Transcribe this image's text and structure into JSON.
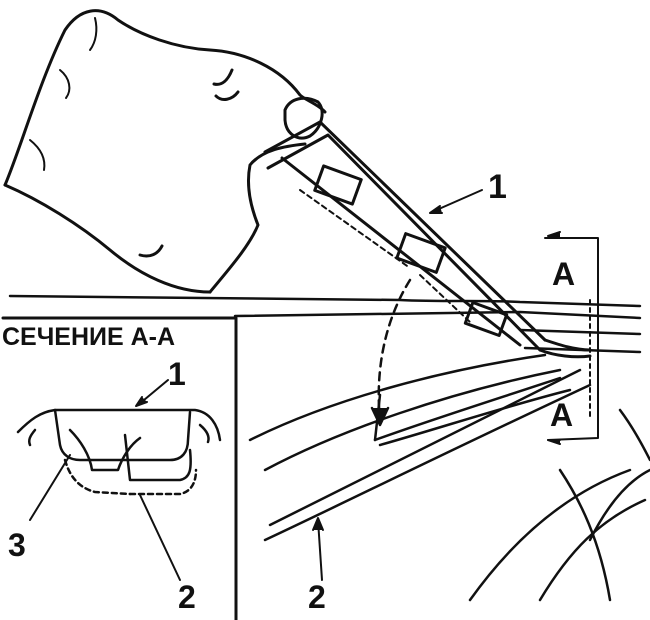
{
  "section_title": "СЕЧЕНИЕ А-А",
  "callouts": {
    "part_1_main": "1",
    "part_1_section": "1",
    "part_2_section": "2",
    "part_2_main": "2",
    "part_3_section": "3",
    "section_mark_top": "A",
    "section_mark_bottom": "A"
  },
  "colors": {
    "ink": "#111111",
    "paper": "#ffffff"
  }
}
